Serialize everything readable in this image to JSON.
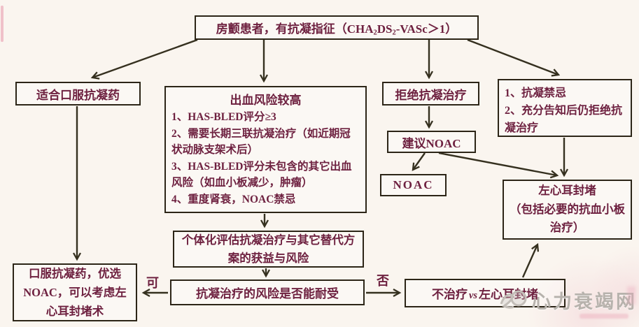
{
  "colors": {
    "ink": "#6e2140",
    "border": "#2c2517",
    "arrow": "#35301f",
    "watermark_gray": "#b7b2ac",
    "background": "#faf5ef"
  },
  "flow": {
    "patient_box": {
      "p1": "房颤患者，有抗凝指征（CHA",
      "s1": "2",
      "p2": "DS",
      "s2": "2",
      "p3": "-VASc＞1）"
    },
    "suitable_oac": "适合口服抗凝药",
    "bleeding_risk": {
      "title": "出血风险较高",
      "items": [
        "1、HAS-BLED评分≥3",
        "2、需要长期三联抗凝治疗（如近期冠状动脉支架术后）",
        "3、HAS-BLED评分未包含的其它出血风险（如血小板减少，肿瘤）",
        "4、重度肾衰，NOAC禁忌"
      ]
    },
    "refuse_anticoag": "拒绝抗凝治疗",
    "contraindication": {
      "items": [
        "1、抗凝禁忌",
        "2、充分告知后仍拒绝抗凝治疗"
      ]
    },
    "suggest_noac": "建议NOAC",
    "noac": "NOAC",
    "laac": {
      "line1": "左心耳封堵",
      "line2": "（包括必要的抗血小板治疗）"
    },
    "individual_assess": "个体化评估抗凝治疗与其它替代方案的获益与风险",
    "risk_tolerable": "抗凝治疗的风险是否能耐受",
    "oac_prefer_noac": "口服抗凝药，优选NOAC，可以考虑左心耳封堵术",
    "no_treatment": {
      "p1": "不治疗",
      "vs": "vs",
      "p2": "左心耳封堵"
    },
    "yes_label": "可",
    "no_label": "否"
  },
  "watermark": {
    "text": "心力衰竭网"
  }
}
